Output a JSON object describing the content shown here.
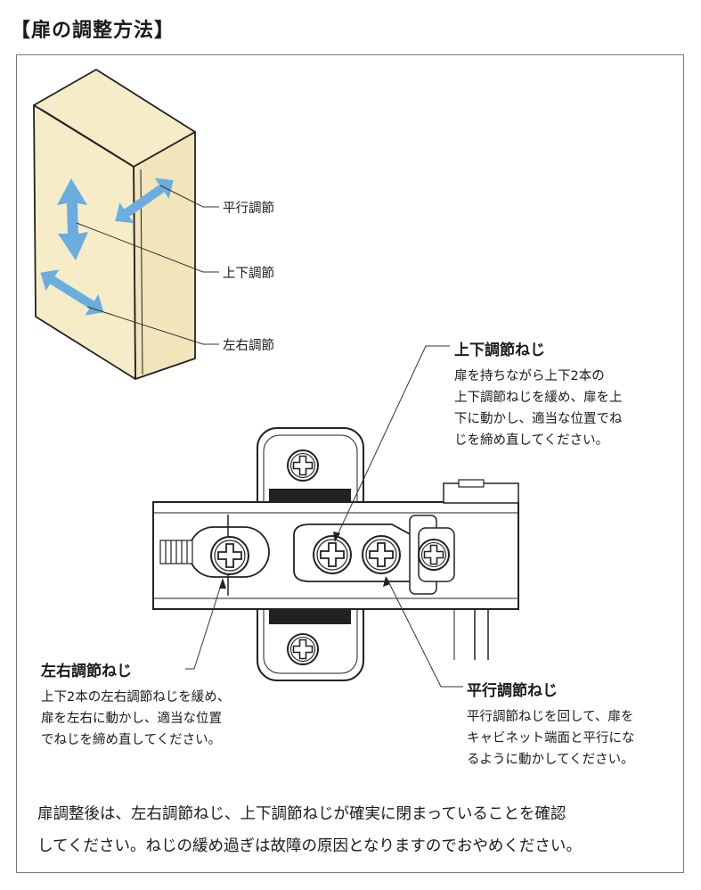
{
  "title": "【扉の調整方法】",
  "cabinet_labels": {
    "parallel": "平行調節",
    "updown": "上下調節",
    "leftright": "左右調節"
  },
  "updown_screw": {
    "heading": "上下調節ねじ",
    "lines": [
      "扉を持ちながら上下2本の",
      "上下調節ねじを緩め、扉を上",
      "下に動かし、適当な位置でね",
      "じを締め直してください。"
    ]
  },
  "leftright_screw": {
    "heading": "左右調節ねじ",
    "lines": [
      "上下2本の左右調節ねじを緩め、",
      "扉を左右に動かし、適当な位置",
      "でねじを締め直してください。"
    ]
  },
  "parallel_screw": {
    "heading": "平行調節ねじ",
    "lines": [
      "平行調節ねじを回して、扉を",
      "キャビネット端面と平行にな",
      "るように動かしてください。"
    ]
  },
  "footer_lines": [
    "扉調整後は、左右調節ねじ、上下調節ねじが確実に閉まっていることを確認",
    "してください。ねじの緩め過ぎは故障の原因となりますのでおやめください。"
  ],
  "colors": {
    "door": "#f7ecc8",
    "arrow": "#6aaee0",
    "line": "#222222"
  },
  "icons": [
    "phillips-screw-icon",
    "double-arrow-icon"
  ]
}
